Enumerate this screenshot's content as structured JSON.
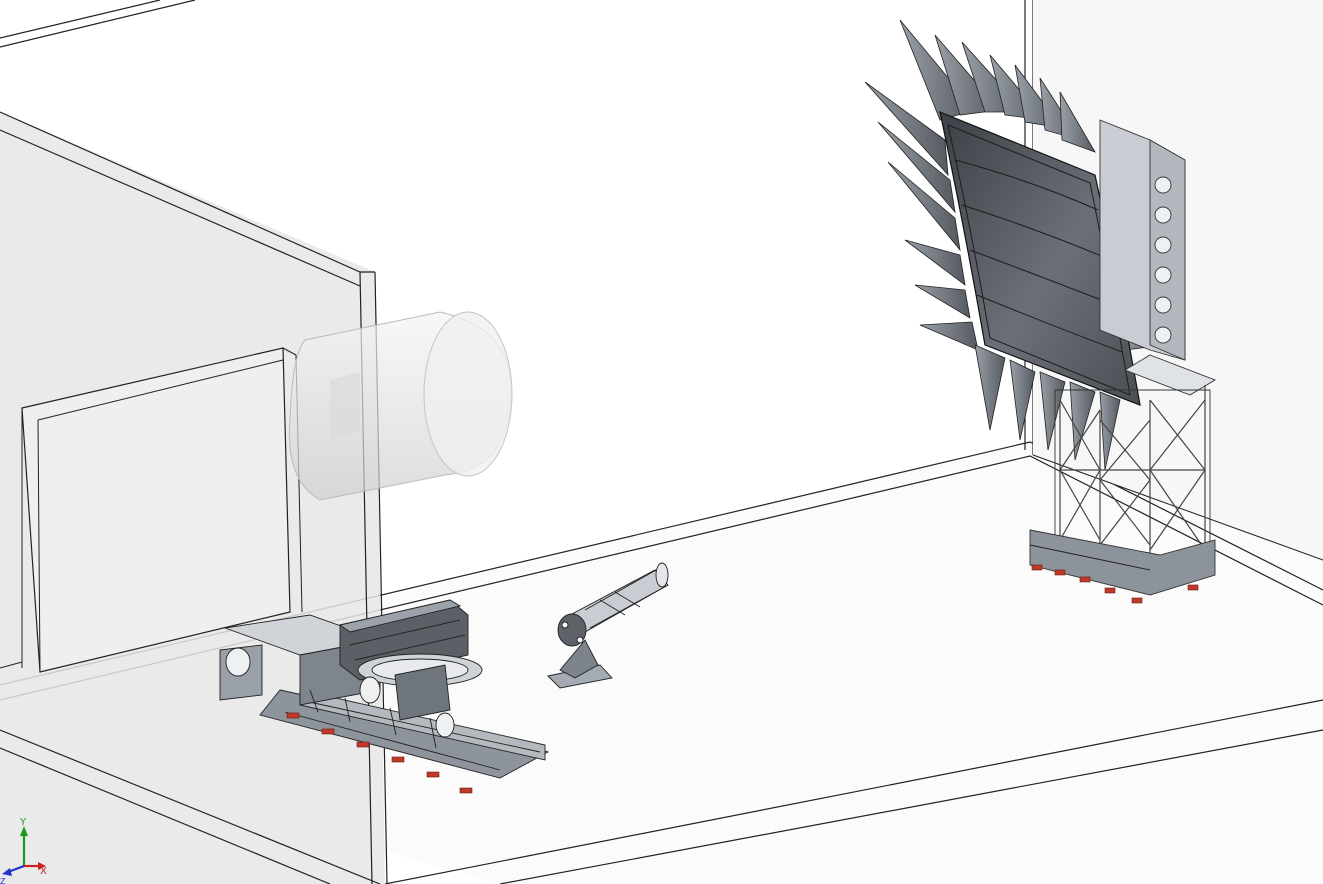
{
  "viewport": {
    "background": "#ffffff",
    "wall_color": "#e9e9e9",
    "edge_color": "#2a2a2a",
    "reflector_color": "#5a5f66",
    "steel_color": "#9aa0a8",
    "foot_color": "#c0392b"
  },
  "triad": {
    "y_label": "Y",
    "x_label": "X",
    "z_label": "Z",
    "y_color": "#1a9a1a",
    "x_color": "#cc2222",
    "z_color": "#2233cc"
  }
}
